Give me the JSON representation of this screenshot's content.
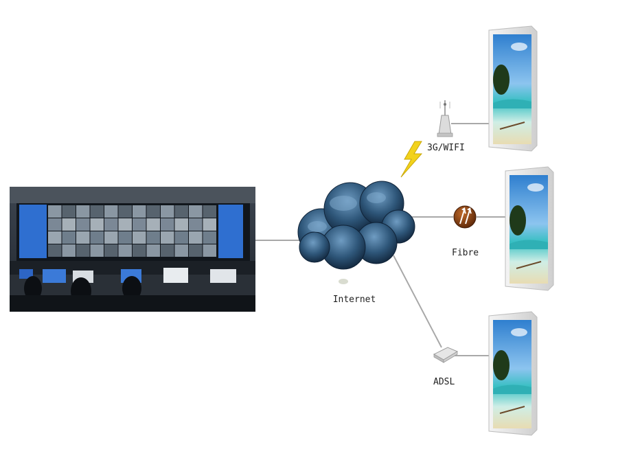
{
  "nodes": {
    "control_room": {
      "icon": "control-room-video-wall-photo"
    },
    "internet": {
      "label": "Internet",
      "icon": "cloud-icon"
    },
    "wireless": {
      "label": "3G/WIFI",
      "icon": "antenna-icon"
    },
    "fibre": {
      "label": "Fibre",
      "icon": "fibre-connector-icon"
    },
    "adsl": {
      "label": "ADSL",
      "icon": "router-icon"
    },
    "displays": [
      {
        "icon": "digital-signage-display-icon"
      },
      {
        "icon": "digital-signage-display-icon"
      },
      {
        "icon": "digital-signage-display-icon"
      }
    ]
  },
  "colors": {
    "cloud_dark": "#17334f",
    "cloud_light": "#5f8db3",
    "link_line": "#a8a8a8",
    "lightning": "#f2d21b",
    "fibre_badge": "#8a3d12",
    "sky": "#3f8fd6",
    "sea": "#41c6c4",
    "sand": "#e8dcb2"
  }
}
